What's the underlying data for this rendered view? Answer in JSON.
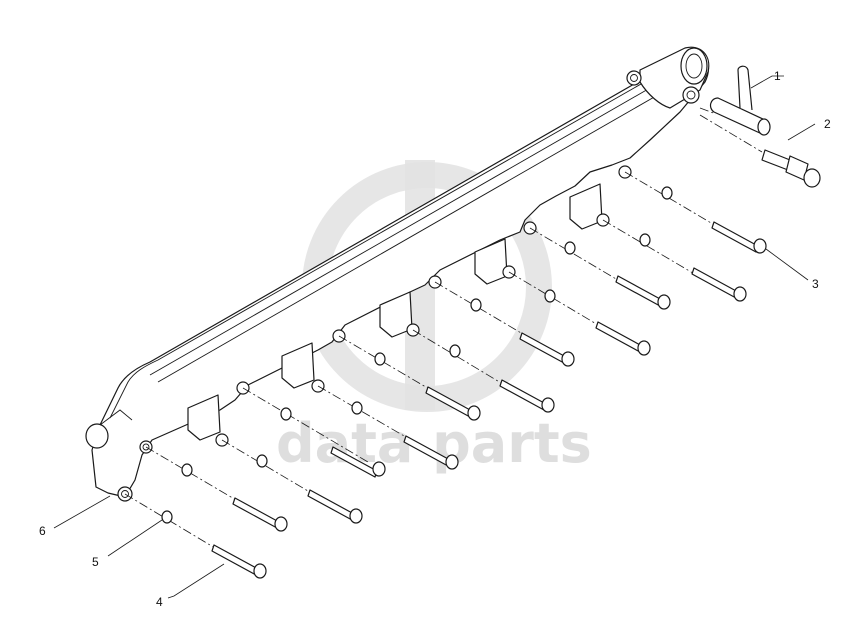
{
  "callouts": [
    {
      "id": "1",
      "label": "1"
    },
    {
      "id": "2",
      "label": "2"
    },
    {
      "id": "3",
      "label": "3"
    },
    {
      "id": "4",
      "label": "4"
    },
    {
      "id": "5",
      "label": "5"
    },
    {
      "id": "6",
      "label": "6"
    }
  ],
  "watermark": {
    "text": "data parts",
    "color": "#d9d9d9"
  },
  "colors": {
    "line": "#1a1a1a",
    "background": "#ffffff",
    "watermark": "#d9d9d9"
  }
}
